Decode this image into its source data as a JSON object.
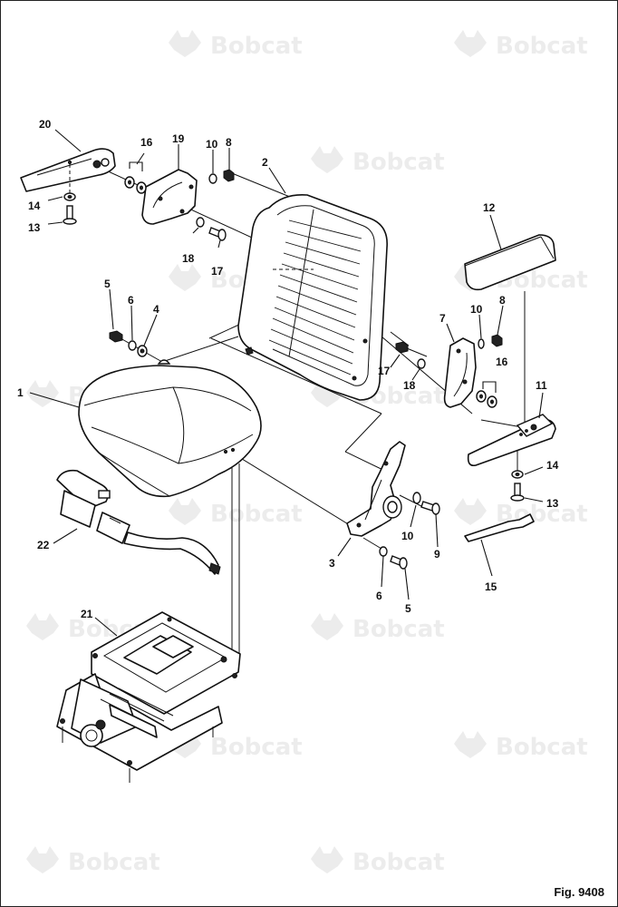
{
  "watermark": {
    "brand": "Bobcat",
    "logo_icon": "bobcat-head-icon",
    "color": "#ececec"
  },
  "figure": {
    "label": "Fig. 9408"
  },
  "callouts": [
    "1",
    "2",
    "3",
    "4",
    "5",
    "6",
    "7",
    "8",
    "9",
    "10",
    "11",
    "12",
    "13",
    "14",
    "15",
    "16",
    "17",
    "18",
    "19",
    "20",
    "21",
    "22"
  ],
  "callout_extra": {
    "c5b": "5",
    "c6b": "6",
    "c8b": "8",
    "c10b": "10",
    "c10c": "10",
    "c13b": "13",
    "c14b": "14",
    "c16b": "16",
    "c17b": "17",
    "c18b": "18"
  },
  "colors": {
    "line": "#111111",
    "background": "#ffffff"
  }
}
